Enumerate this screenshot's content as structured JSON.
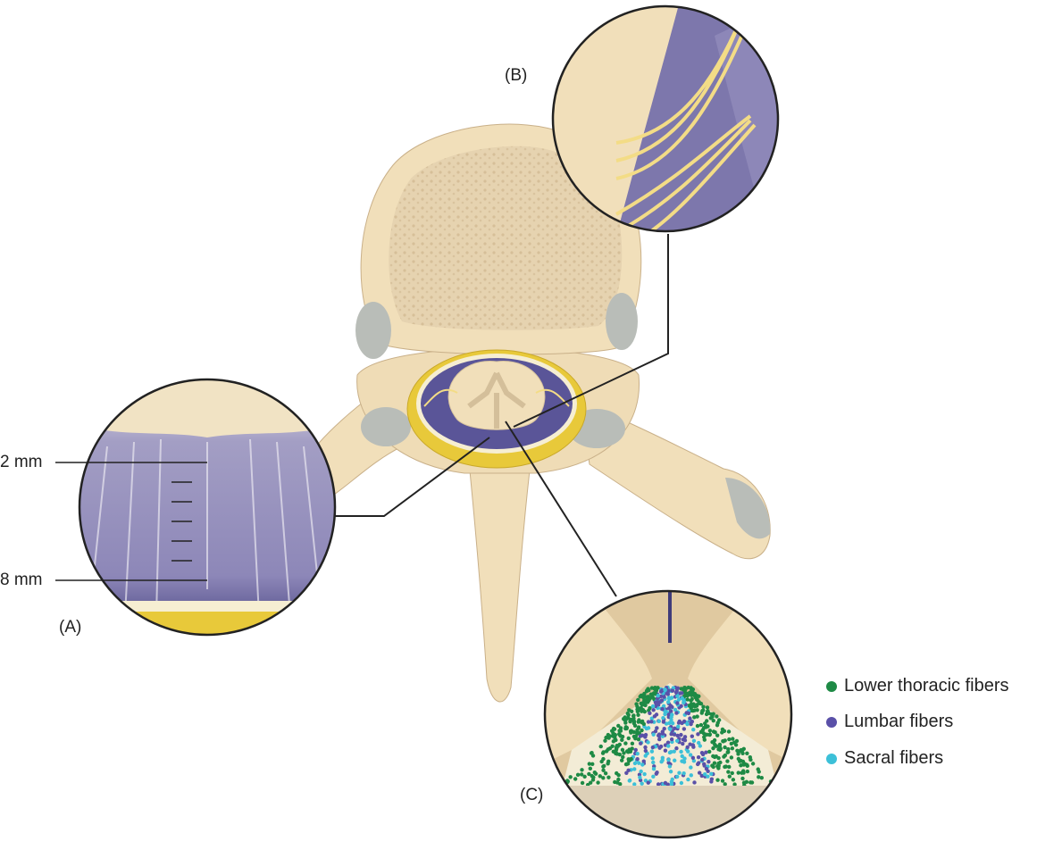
{
  "labels": {
    "panel_a": "(A)",
    "panel_b": "(B)",
    "panel_c": "(C)",
    "depth_top": "2 mm",
    "depth_bottom": "8 mm"
  },
  "legend": [
    {
      "label": "Lower thoracic fibers",
      "color": "#1e8a45"
    },
    {
      "label": "Lumbar fibers",
      "color": "#5a50a8"
    },
    {
      "label": "Sacral fibers",
      "color": "#3cc0d8"
    }
  ],
  "colors": {
    "bone": "#f1dfba",
    "bone_dark": "#e0c9a0",
    "dura": "#7d77ac",
    "fat": "#e8c93a",
    "cartilage": "#b9bdb8",
    "nerve": "#f3dc86"
  }
}
